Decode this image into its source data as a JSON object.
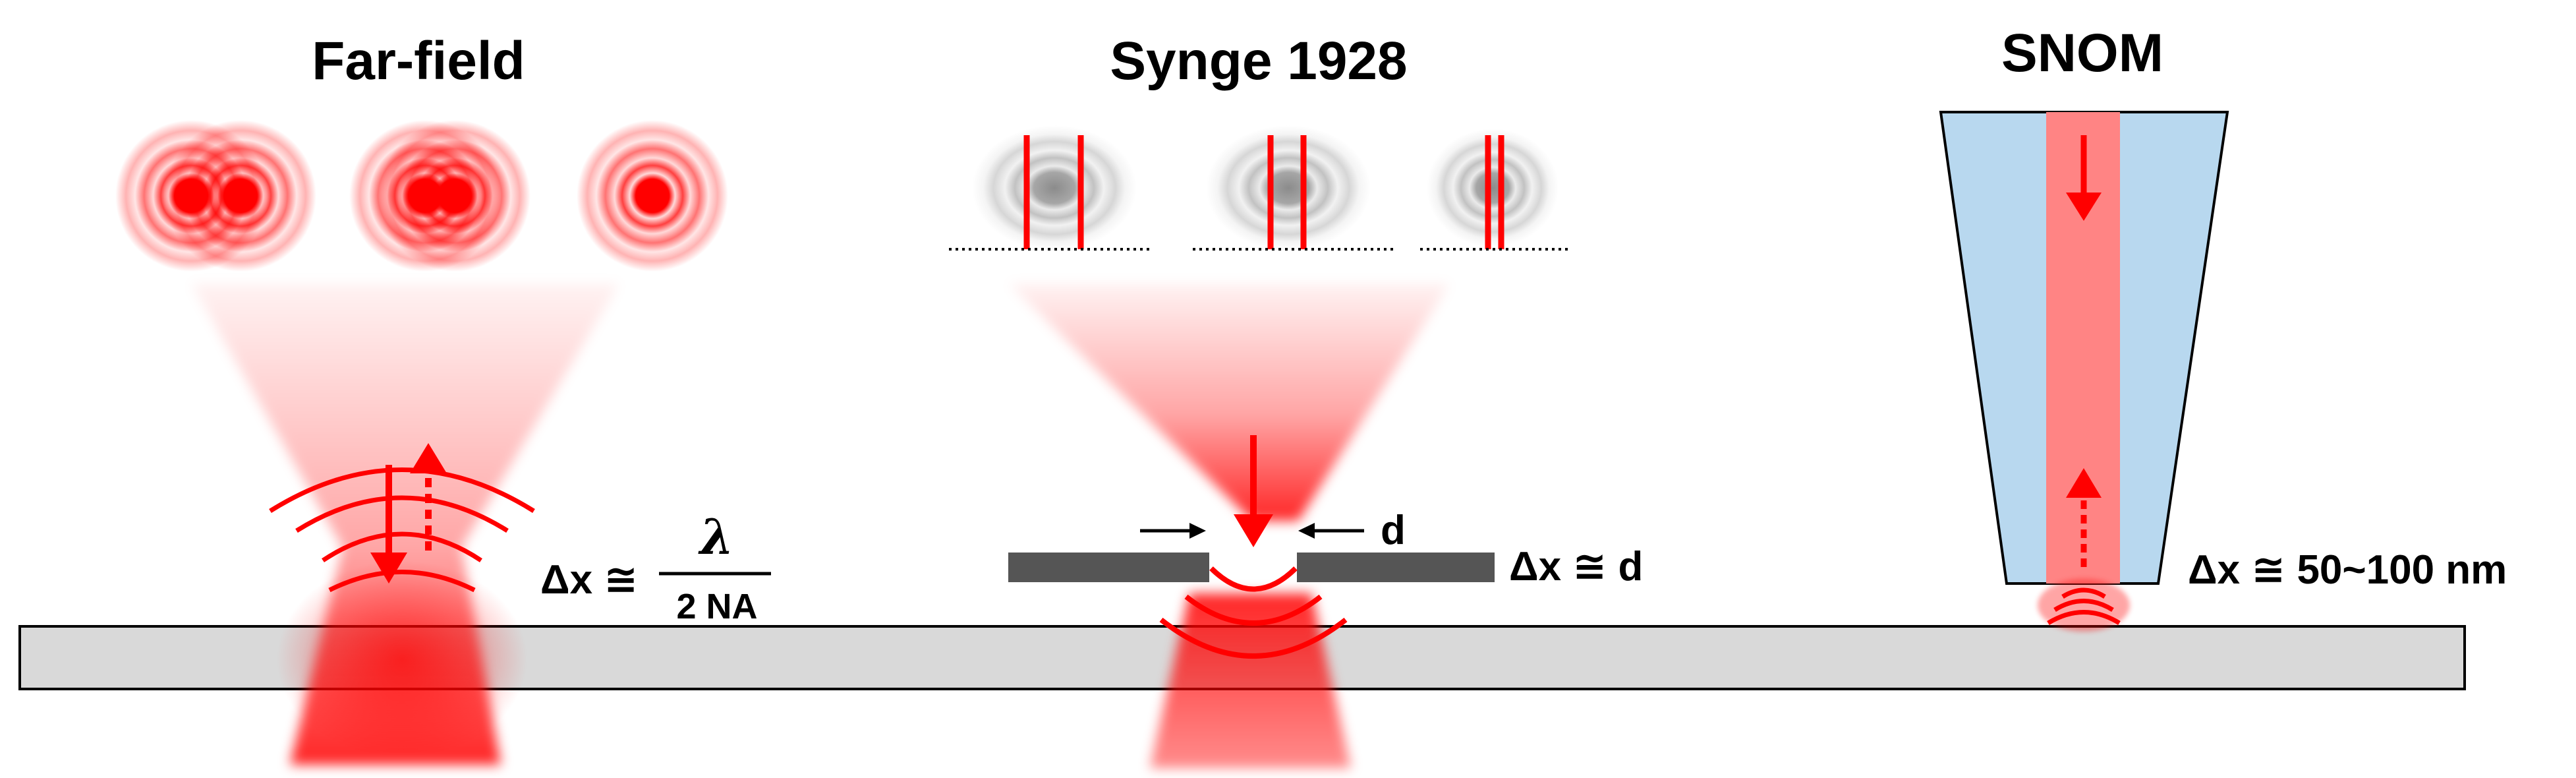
{
  "panels": [
    {
      "title": "Far-field"
    },
    {
      "title": "Synge 1928"
    },
    {
      "title": "SNOM"
    }
  ],
  "formulas": {
    "far_field": {
      "lhs": "Δx ≅",
      "numerator": "λ",
      "denominator": "2 NA"
    },
    "synge": {
      "aperture_label": "d",
      "text": "Δx ≅ d"
    },
    "snom": {
      "text": "Δx ≅ 50~100 nm"
    }
  },
  "colors": {
    "beam_red": "#ff0000",
    "fiber_blue": "#b8d8ef",
    "fiber_core": "#ff8484",
    "substrate": "#d9d9d9",
    "screen": "#555555",
    "airy_grey": "#777777"
  },
  "icons": [
    "airy-disk-icon",
    "down-arrow-icon",
    "up-arrow-icon",
    "wavefront-icon"
  ]
}
